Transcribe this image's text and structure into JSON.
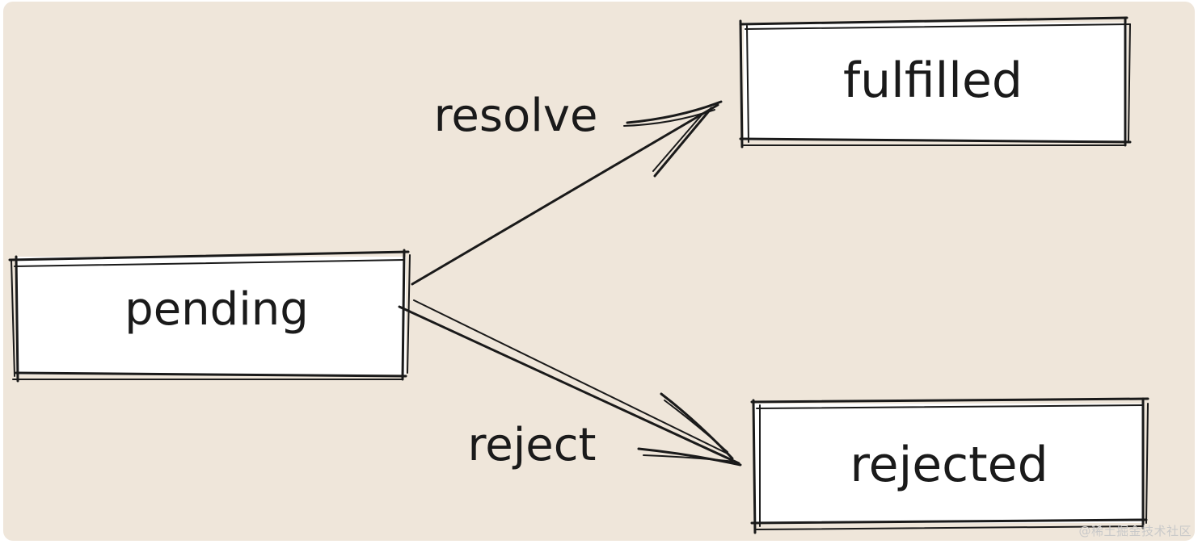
{
  "diagram": {
    "states": {
      "pending": "pending",
      "fulfilled": "fulfilled",
      "rejected": "rejected"
    },
    "transitions": {
      "resolve": "resolve",
      "reject": "reject"
    }
  },
  "watermark": "@稀土掘金技术社区",
  "colors": {
    "background": "#efe6da",
    "box_fill": "#ffffff",
    "ink": "#1a1a1a"
  }
}
